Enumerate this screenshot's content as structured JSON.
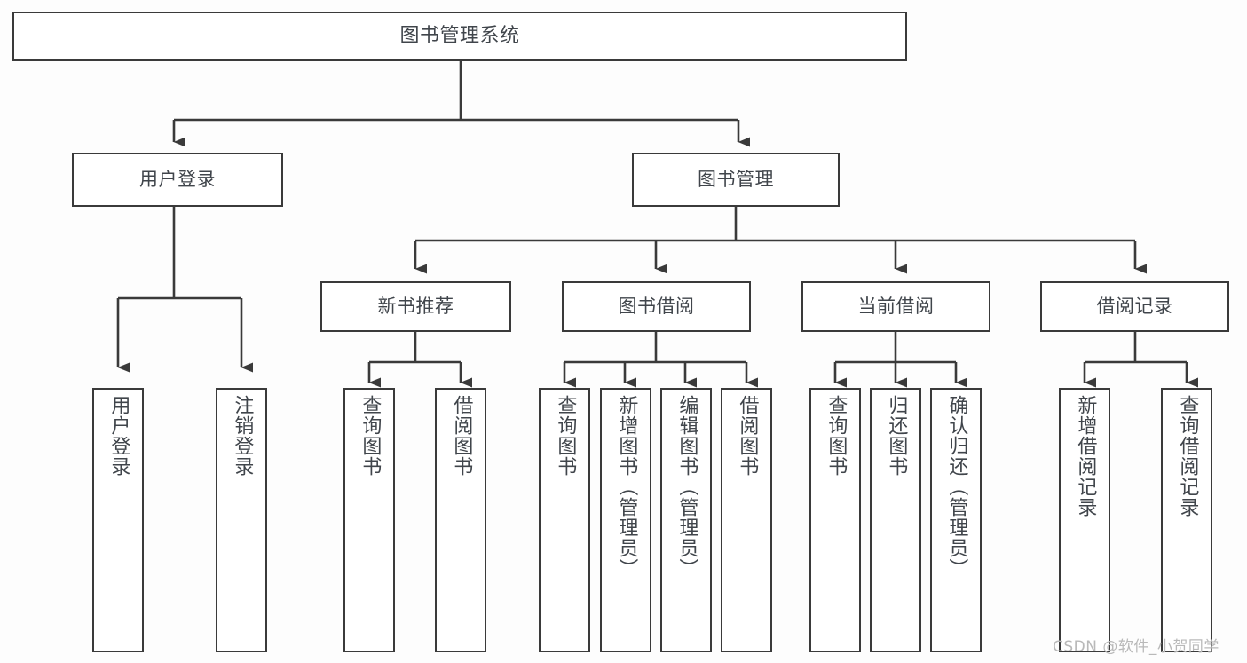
{
  "diagram": {
    "type": "tree-hierarchy",
    "title": "图书管理系统",
    "background_color": "#fdfdfd",
    "line_color": "#3a3a3a",
    "text_color": "#40454b",
    "root": {
      "id": "root",
      "label": "图书管理系统"
    },
    "level2": [
      {
        "id": "user-login",
        "label": "用户登录"
      },
      {
        "id": "book-manage",
        "label": "图书管理"
      }
    ],
    "level3": [
      {
        "id": "new-book-rec",
        "label": "新书推荐",
        "parent": "book-manage"
      },
      {
        "id": "book-borrow",
        "label": "图书借阅",
        "parent": "book-manage"
      },
      {
        "id": "current-borrow",
        "label": "当前借阅",
        "parent": "book-manage"
      },
      {
        "id": "borrow-record",
        "label": "借阅记录",
        "parent": "book-manage"
      }
    ],
    "leaves": {
      "user_login": [
        {
          "id": "leaf-user-login",
          "label": "用户登录"
        },
        {
          "id": "leaf-user-logout",
          "label": "注销登录"
        }
      ],
      "new_book_rec": [
        {
          "id": "leaf-query-book-1",
          "label": "查询图书"
        },
        {
          "id": "leaf-borrow-book-1",
          "label": "借阅图书"
        }
      ],
      "book_borrow": [
        {
          "id": "leaf-query-book-2",
          "label": "查询图书"
        },
        {
          "id": "leaf-add-book",
          "label": "新增图书（管理员）"
        },
        {
          "id": "leaf-edit-book",
          "label": "编辑图书（管理员）"
        },
        {
          "id": "leaf-borrow-book-2",
          "label": "借阅图书"
        }
      ],
      "current_borrow": [
        {
          "id": "leaf-query-book-3",
          "label": "查询图书"
        },
        {
          "id": "leaf-return-book",
          "label": "归还图书"
        },
        {
          "id": "leaf-confirm-return",
          "label": "确认归还（管理员）"
        }
      ],
      "borrow_record": [
        {
          "id": "leaf-add-record",
          "label": "新增借阅记录"
        },
        {
          "id": "leaf-query-record",
          "label": "查询借阅记录"
        }
      ]
    }
  },
  "watermark": {
    "text": "CSDN @软件_小贺同学"
  }
}
